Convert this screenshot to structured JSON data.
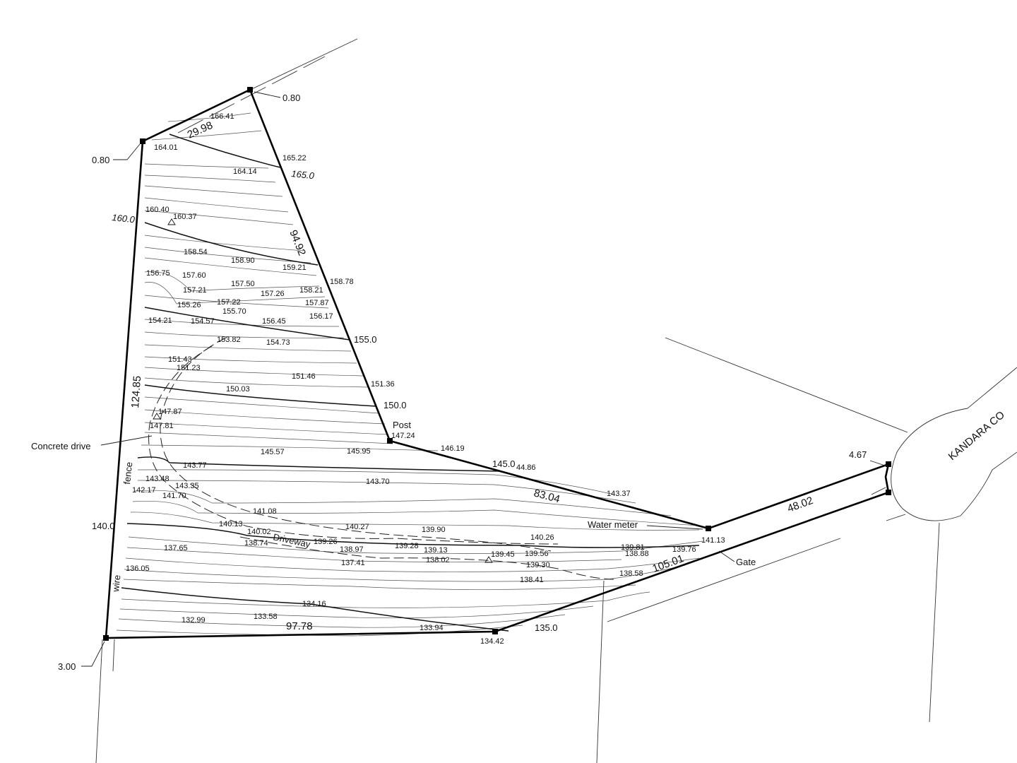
{
  "corner_offsets": {
    "top": "0.80",
    "left": "0.80",
    "bottom_left": "3.00",
    "right": "4.67"
  },
  "bearings": {
    "top": "29.98",
    "east": "94.92",
    "west": "124.85",
    "south": "97.78",
    "middle": "83.04",
    "access_north": "48.02",
    "access_south": "105.01"
  },
  "contour_labels": {
    "c165": "165.0",
    "c160": "160.0",
    "c155": "155.0",
    "c150": "150.0",
    "c145": "145.0",
    "c140": "140.0",
    "c135": "135.0"
  },
  "annotations": {
    "post": "Post",
    "concrete_drive": "Concrete drive",
    "fence": "fence",
    "wire": "wire",
    "water_meter": "Water meter",
    "gate": "Gate",
    "driveway": "Driveway",
    "street": "KANDARA CO"
  },
  "spot_heights": [
    "166.41",
    "164.01",
    "165.22",
    "164.14",
    "160.40",
    "160.37",
    "158.54",
    "158.90",
    "159.21",
    "158.78",
    "156.75",
    "157.60",
    "157.50",
    "158.21",
    "157.21",
    "157.26",
    "157.87",
    "155.26",
    "157.22",
    "155.70",
    "156.17",
    "154.21",
    "154.57",
    "156.45",
    "153.82",
    "154.73",
    "151.43",
    "151.23",
    "151.46",
    "151.36",
    "150.03",
    "147.87",
    "147.81",
    "147.24",
    "146.19",
    "145.57",
    "145.95",
    "44.86",
    "143.77",
    "143.70",
    "143.48",
    "143.35",
    "143.37",
    "142.17",
    "141.70",
    "141.08",
    "140.13",
    "140.02",
    "140.27",
    "139.90",
    "140.26",
    "138.74",
    "139.26",
    "139.28",
    "139.13",
    "139.45",
    "139.56",
    "139.81",
    "138.88",
    "139.76",
    "141.13",
    "138.97",
    "137.41",
    "138.02",
    "139.30",
    "138.58",
    "138.41",
    "137.65",
    "136.05",
    "134.16",
    "133.58",
    "132.99",
    "133.94",
    "134.42"
  ]
}
